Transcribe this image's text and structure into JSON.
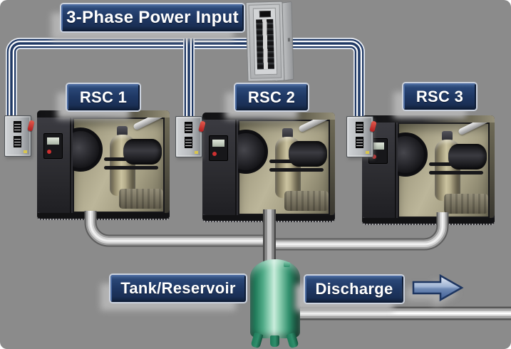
{
  "diagram": {
    "power_input": {
      "label": "3-Phase Power Input"
    },
    "units": [
      {
        "label": "RSC 1"
      },
      {
        "label": "RSC 2"
      },
      {
        "label": "RSC 3"
      }
    ],
    "tank": {
      "label": "Tank/Reservoir"
    },
    "discharge": {
      "label": "Discharge"
    }
  },
  "colors": {
    "background": "#8b8b8b",
    "navy": "#1f3864",
    "label_outline": "#ccd3df",
    "shadow": "#b4b4b4",
    "cable_navy": "#1f3864",
    "tank_green": "#2f8f6c",
    "red_handle": "#b01e20",
    "pipe_gray": "#9e9e9e",
    "arrow_fill": "#6d88b4"
  }
}
